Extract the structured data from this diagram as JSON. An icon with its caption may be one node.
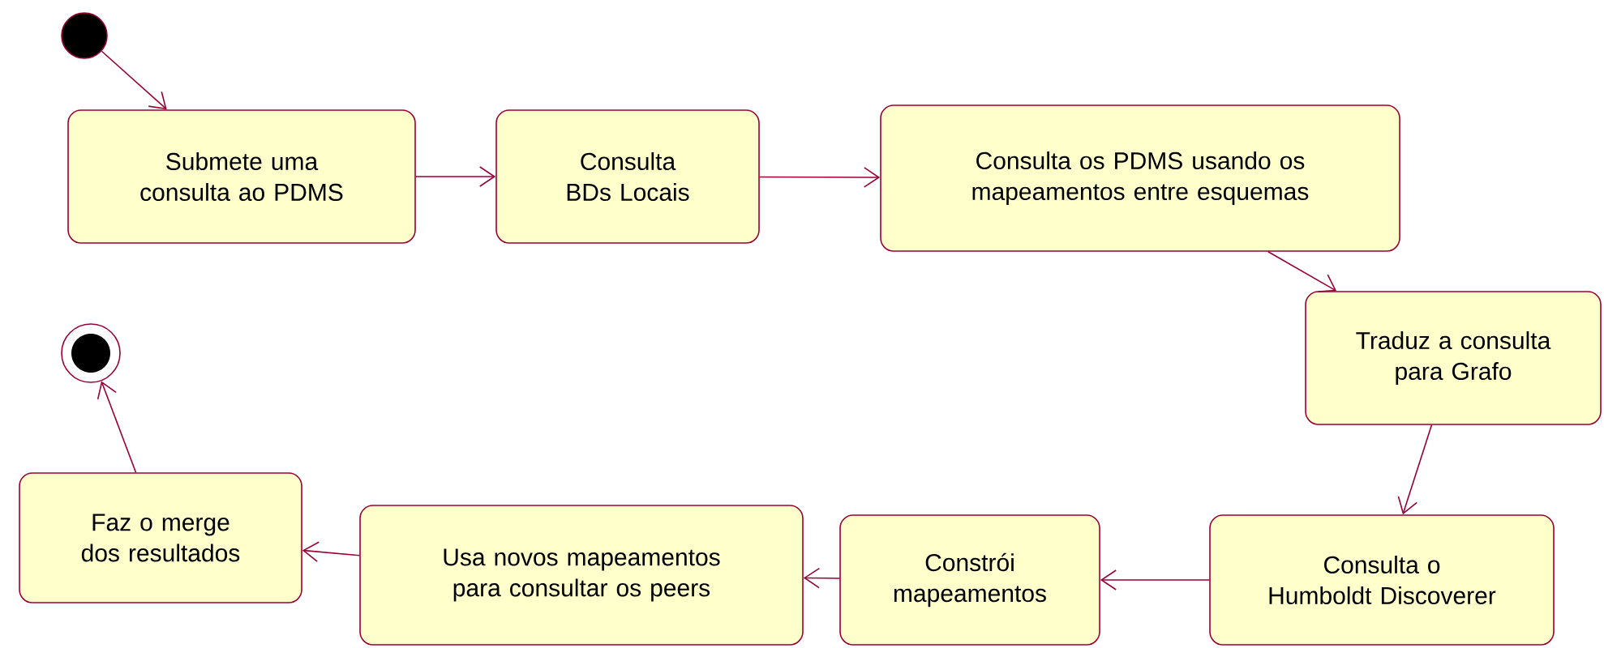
{
  "diagram": {
    "nodes": [
      {
        "text": [],
        "shape": "circle"
      },
      {
        "text": [
          "Submete uma consulta ao PDMS"
        ]
      },
      {
        "text": [
          "Consulta BDs Locais"
        ]
      },
      {
        "text": [
          "Consulta os PDMS usando os mapeamentos entre esquemas"
        ]
      },
      {
        "text": [
          "Traduz a consulta para Grafo"
        ]
      },
      {
        "text": [
          "Consulta o Humboldt Discoverer"
        ]
      },
      {
        "text": [
          "Constrói mapeamentos"
        ]
      },
      {
        "text": [
          "Usa novos mapeamentos para consultar os peers"
        ]
      },
      {
        "text": [
          "Faz o merge dos resultados"
        ]
      },
      {
        "text": [],
        "shape": "bullseye"
      }
    ],
    "edges": [
      {
        "from": 0,
        "to": 1,
        "arrow": "to"
      },
      {
        "from": 1,
        "to": 2,
        "arrow": "to"
      },
      {
        "from": 2,
        "to": 3,
        "arrow": "to"
      },
      {
        "from": 3,
        "to": 4,
        "arrow": "to"
      },
      {
        "from": 4,
        "to": 5,
        "arrow": "to"
      },
      {
        "from": 5,
        "to": 6,
        "arrow": "to"
      },
      {
        "from": 6,
        "to": 7,
        "arrow": "to"
      },
      {
        "from": 7,
        "to": 8,
        "arrow": "to"
      },
      {
        "from": 8,
        "to": 9,
        "arrow": "to"
      }
    ]
  }
}
